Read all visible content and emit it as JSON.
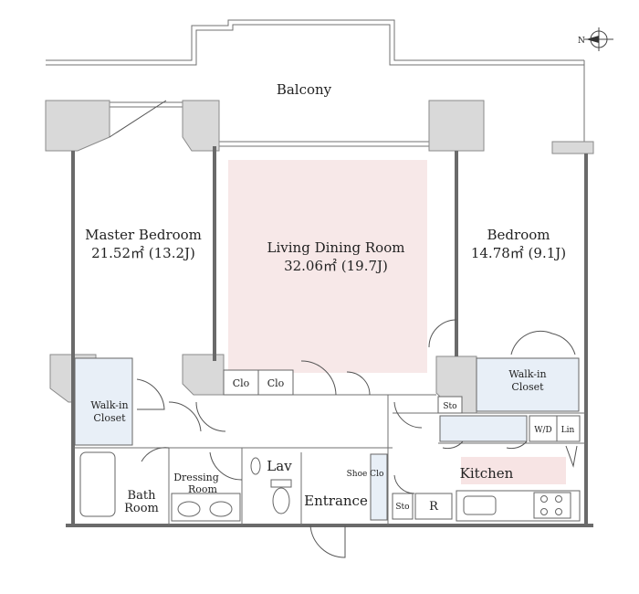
{
  "rooms": {
    "balcony": "Balcony",
    "master_bedroom": {
      "name": "Master Bedroom",
      "area": "21.52㎡ (13.2J)"
    },
    "living": {
      "name": "Living Dining Room",
      "area": "32.06㎡ (19.7J)"
    },
    "bedroom": {
      "name": "Bedroom",
      "area": "14.78㎡ (9.1J)"
    },
    "walkin_left": [
      "Walk-in",
      "Closet"
    ],
    "walkin_right": [
      "Walk-in",
      "Closet"
    ],
    "clo1": "Clo",
    "clo2": "Clo",
    "sto_mid": "Sto",
    "wd": "W/D",
    "lin": "Lin",
    "bath": [
      "Bath",
      "Room"
    ],
    "dressing": [
      "Dressing",
      "Room"
    ],
    "lav": "Lav",
    "shoe_clo": "Shoe Clo",
    "entrance": "Entrance",
    "sto_kitchen": "Sto",
    "fridge": "R",
    "kitchen": "Kitchen"
  },
  "compass": {
    "label": "N"
  },
  "colors": {
    "living_fill": "#f7e8e8",
    "kitchen_fill": "#f7e4e4",
    "closet_fill": "#e8eff7",
    "wall": "#d9d9d9"
  }
}
